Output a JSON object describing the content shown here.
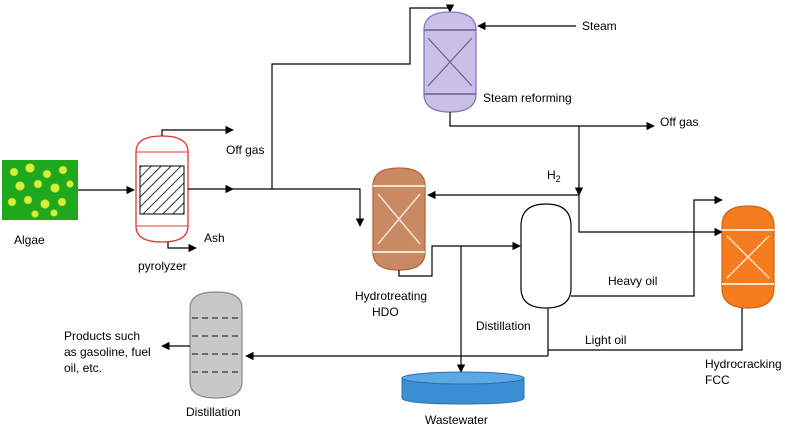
{
  "labels": {
    "steam": "Steam",
    "steam_reforming": "Steam reforming",
    "off_gas_top": "Off gas",
    "off_gas_left": "Off gas",
    "h2_main": "H",
    "h2_sub": "2",
    "algae": "Algae",
    "pyrolyzer": "pyrolyzer",
    "ash": "Ash",
    "hydrotreating": "Hydrotreating",
    "hdo": "HDO",
    "distillation_column": "Distillation",
    "heavy_oil": "Heavy oil",
    "light_oil": "Light oil",
    "hydrocracking": "Hydrocracking",
    "fcc": "FCC",
    "products_line1": "Products such",
    "products_line2": "as gasoline, fuel",
    "products_line3": "oil, etc.",
    "distillation_bottom": "Distillation",
    "wastewater": "Wastewater"
  },
  "colors": {
    "algae_bg": "#1ea81e",
    "algae_blob": "#d4f03a",
    "pyrolyzer_stroke": "#e83030",
    "reformer_fill": "#c9c0e8",
    "reformer_stroke": "#8877bb",
    "hdo_fill": "#c98a63",
    "hdo_stroke": "#b06a40",
    "fcc_fill": "#f47c1e",
    "distillation_fill": "#c8c8c8",
    "wastewater_fill": "#3a8fd4"
  }
}
